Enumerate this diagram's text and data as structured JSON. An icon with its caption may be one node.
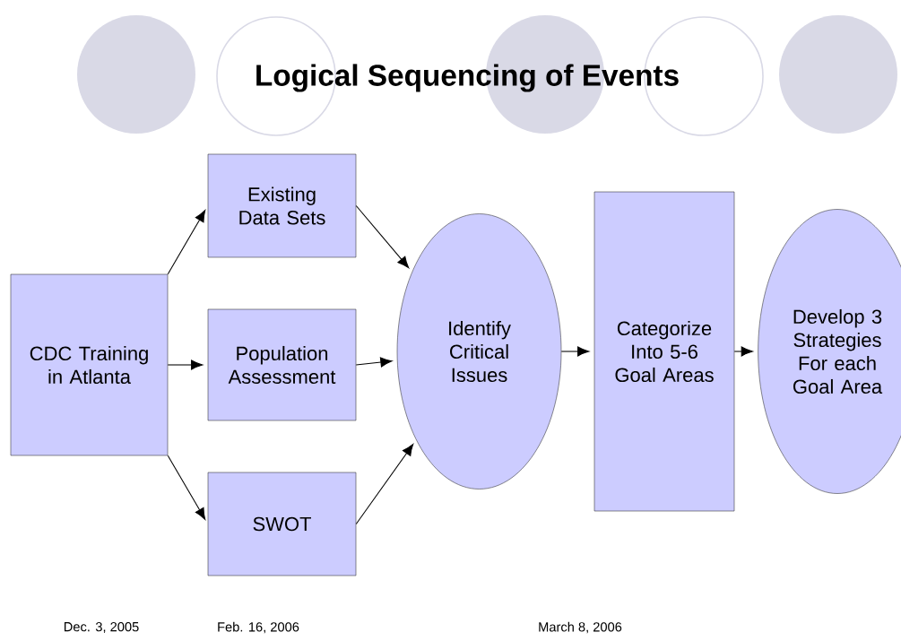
{
  "diagram": {
    "title": "Logical Sequencing of Events",
    "nodes": [
      {
        "text": [
          "CDC Training in Atlanta"
        ]
      },
      {
        "text": [
          "Existing Data Sets"
        ]
      },
      {
        "text": [
          "Population Assessment"
        ]
      },
      {
        "text": [
          "SWOT"
        ]
      },
      {
        "text": [
          "Identify Critical Issues"
        ]
      },
      {
        "text": [
          "Categorize Into 5-6 Goal Areas"
        ]
      },
      {
        "text": [
          "Develop 3 Strategies For each Goal Area"
        ]
      }
    ],
    "edges": [
      {
        "from": 0,
        "to": 1,
        "arrow": "to"
      },
      {
        "from": 0,
        "to": 2,
        "arrow": "to"
      },
      {
        "from": 0,
        "to": 3,
        "arrow": "to"
      },
      {
        "from": 1,
        "to": 4,
        "arrow": "to"
      },
      {
        "from": 2,
        "to": 4,
        "arrow": "to"
      },
      {
        "from": 3,
        "to": 4,
        "arrow": "to"
      },
      {
        "from": 4,
        "to": 5,
        "arrow": "to"
      },
      {
        "from": 5,
        "to": 6,
        "arrow": "to"
      }
    ],
    "labels": [
      "Dec. 3, 2005",
      "Feb. 16, 2006",
      "March 8, 2006"
    ]
  }
}
